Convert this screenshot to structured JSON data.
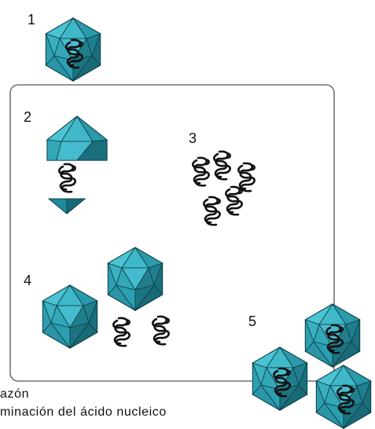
{
  "labels": {
    "stage1": "1",
    "stage2": "2",
    "stage3": "3",
    "stage4": "4",
    "stage5": "5"
  },
  "caption": {
    "line1": "azón",
    "line2": "minación del ácido nucleico"
  },
  "colors": {
    "capsid_light": "#3fb8c9",
    "capsid_mid": "#2a9fb0",
    "capsid_dark": "#1a6f7d",
    "edge": "#0d3d45",
    "frame": "#555555"
  },
  "icons": {
    "capsid": "icosahedral-capsid-icon",
    "nucleic_acid": "nucleic-acid-coil-icon"
  }
}
